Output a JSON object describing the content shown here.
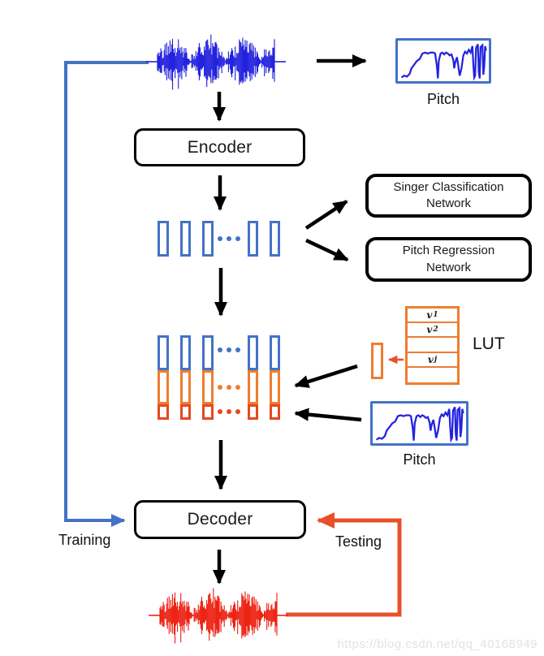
{
  "colors": {
    "blue": "#4472C4",
    "waveblue": "#2323DF",
    "orange": "#ED7D31",
    "redorange": "#E4491F",
    "lineorange": "#E8502A",
    "wavered": "#ED2415",
    "wm": "#E2E2E2"
  },
  "nodes": {
    "pitch_top": {
      "label": "Pitch"
    },
    "encoder": {
      "label": "Encoder"
    },
    "singer_net": {
      "line1": "Singer Classification",
      "line2": "Network"
    },
    "pitch_net": {
      "line1": "Pitch Regression",
      "line2": "Network"
    },
    "lut": {
      "label": "LUT",
      "rows": [
        {
          "base": "v",
          "sub": "1"
        },
        {
          "base": "v",
          "sub": "2"
        },
        {
          "base": "",
          "sub": ""
        },
        {
          "base": "v",
          "sub": "j"
        },
        {
          "base": "",
          "sub": ""
        }
      ]
    },
    "pitch_bottom": {
      "label": "Pitch"
    },
    "decoder": {
      "label": "Decoder"
    },
    "training": {
      "label": "Training"
    },
    "testing": {
      "label": "Testing"
    }
  },
  "watermark": "https://blog.csdn.net/qq_40168949"
}
